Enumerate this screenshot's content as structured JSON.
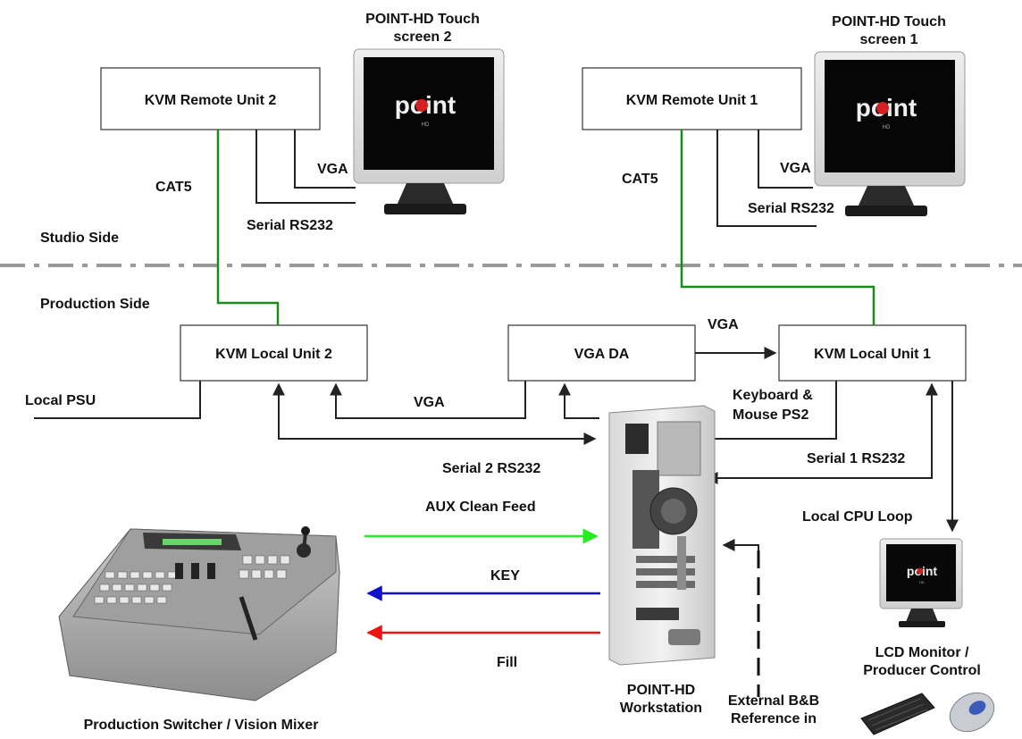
{
  "boxes": {
    "kvm_remote_2": "KVM Remote Unit 2",
    "kvm_remote_1": "KVM Remote Unit 1",
    "kvm_local_2": "KVM Local Unit 2",
    "vga_da": "VGA DA",
    "kvm_local_1": "KVM Local Unit 1"
  },
  "titles": {
    "touch2_line1": "POINT-HD Touch",
    "touch2_line2": "screen 2",
    "touch1_line1": "POINT-HD Touch",
    "touch1_line2": "screen 1",
    "workstation_line1": "POINT-HD",
    "workstation_line2": "Workstation",
    "lcd_line1": "LCD Monitor /",
    "lcd_line2": "Producer Control",
    "switcher": "Production Switcher / Vision Mixer",
    "extref_line1": "External B&B",
    "extref_line2": "Reference in"
  },
  "sides": {
    "studio": "Studio Side",
    "production": "Production Side"
  },
  "links": {
    "cat5_left": "CAT5",
    "cat5_right": "CAT5",
    "vga_remote2": "VGA",
    "serial_remote2": "Serial RS232",
    "vga_remote1": "VGA",
    "serial_remote1": "Serial RS232",
    "vga_da_to_local1": "VGA",
    "local_psu": "Local PSU",
    "vga_local2": "VGA",
    "kbd_line1": "Keyboard &",
    "kbd_line2": "Mouse PS2",
    "serial2": "Serial 2 RS232",
    "serial1": "Serial 1 RS232",
    "local_cpu_loop": "Local CPU Loop",
    "aux": "AUX Clean Feed",
    "key": "KEY",
    "fill": "Fill"
  },
  "screen_brand": "point",
  "screen_brand_sub": "HD",
  "colors": {
    "cat5": "#1a8a1a",
    "aux": "#22ee22",
    "key": "#1010cc",
    "fill": "#ee1111",
    "divider": "#9a9a9a"
  }
}
